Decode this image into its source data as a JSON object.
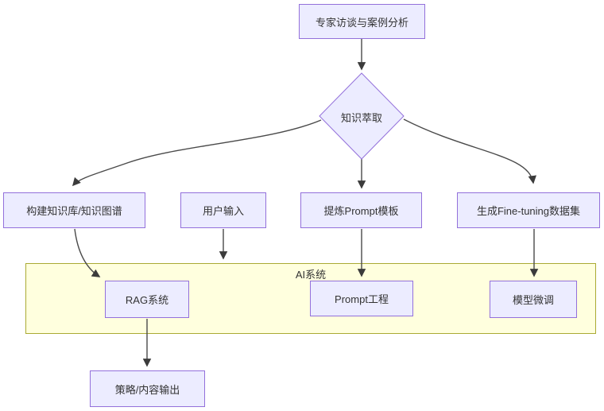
{
  "diagram": {
    "type": "flowchart",
    "nodes": {
      "expert": {
        "label": "专家访谈与案例分析",
        "shape": "rect"
      },
      "extract": {
        "label": "知识萃取",
        "shape": "diamond"
      },
      "kb": {
        "label": "构建知识库/知识图谱",
        "shape": "rect"
      },
      "user_input": {
        "label": "用户输入",
        "shape": "rect"
      },
      "prompt_template": {
        "label": "提炼Prompt模板",
        "shape": "rect"
      },
      "finetune_data": {
        "label": "生成Fine-tuning数据集",
        "shape": "rect"
      },
      "rag": {
        "label": "RAG系统",
        "shape": "rect"
      },
      "prompt_eng": {
        "label": "Prompt工程",
        "shape": "rect"
      },
      "model_ft": {
        "label": "模型微调",
        "shape": "rect"
      },
      "output": {
        "label": "策略/内容输出",
        "shape": "rect"
      }
    },
    "cluster": {
      "label": "AI系统",
      "contains": [
        "rag",
        "prompt_eng",
        "model_ft"
      ]
    },
    "edges": [
      {
        "from": "expert",
        "to": "extract"
      },
      {
        "from": "extract",
        "to": "kb"
      },
      {
        "from": "extract",
        "to": "prompt_template"
      },
      {
        "from": "extract",
        "to": "finetune_data"
      },
      {
        "from": "kb",
        "to": "rag"
      },
      {
        "from": "user_input",
        "to": "cluster"
      },
      {
        "from": "prompt_template",
        "to": "prompt_eng"
      },
      {
        "from": "finetune_data",
        "to": "model_ft"
      },
      {
        "from": "rag",
        "to": "output"
      }
    ],
    "colors": {
      "node_fill": "#ECECFF",
      "node_border": "#9370DB",
      "cluster_fill": "#FFFFDE",
      "cluster_border": "#AAAA33",
      "edge": "#4a4a4a",
      "text": "#333333"
    }
  }
}
